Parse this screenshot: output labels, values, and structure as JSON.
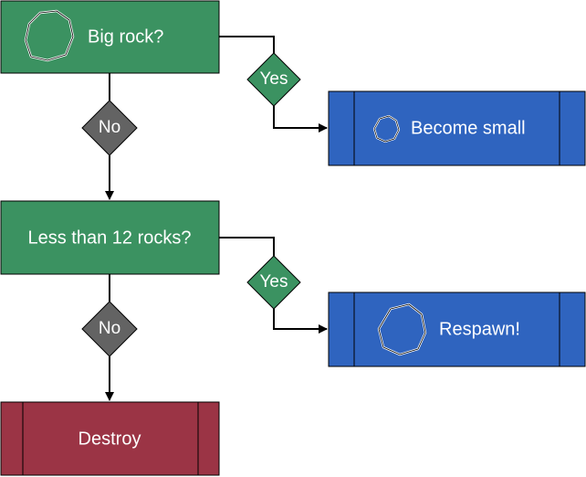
{
  "colors": {
    "decision_box": "#3b9261",
    "process_box": "#2f64bf",
    "terminal_box": "#9b3445",
    "no_diamond": "#636363",
    "yes_diamond": "#3b9261",
    "line": "#000000",
    "text": "#ffffff"
  },
  "nodes": {
    "big_rock": {
      "label": "Big rock?",
      "icon": "big-rock-outline-icon"
    },
    "become_small": {
      "label": "Become small",
      "icon": "small-rock-outline-icon"
    },
    "less_than_12": {
      "label": "Less than 12 rocks?"
    },
    "respawn": {
      "label": "Respawn!",
      "icon": "rock-outline-icon"
    },
    "destroy": {
      "label": "Destroy"
    }
  },
  "branches": {
    "yes_1": "Yes",
    "no_1": "No",
    "yes_2": "Yes",
    "no_2": "No"
  }
}
